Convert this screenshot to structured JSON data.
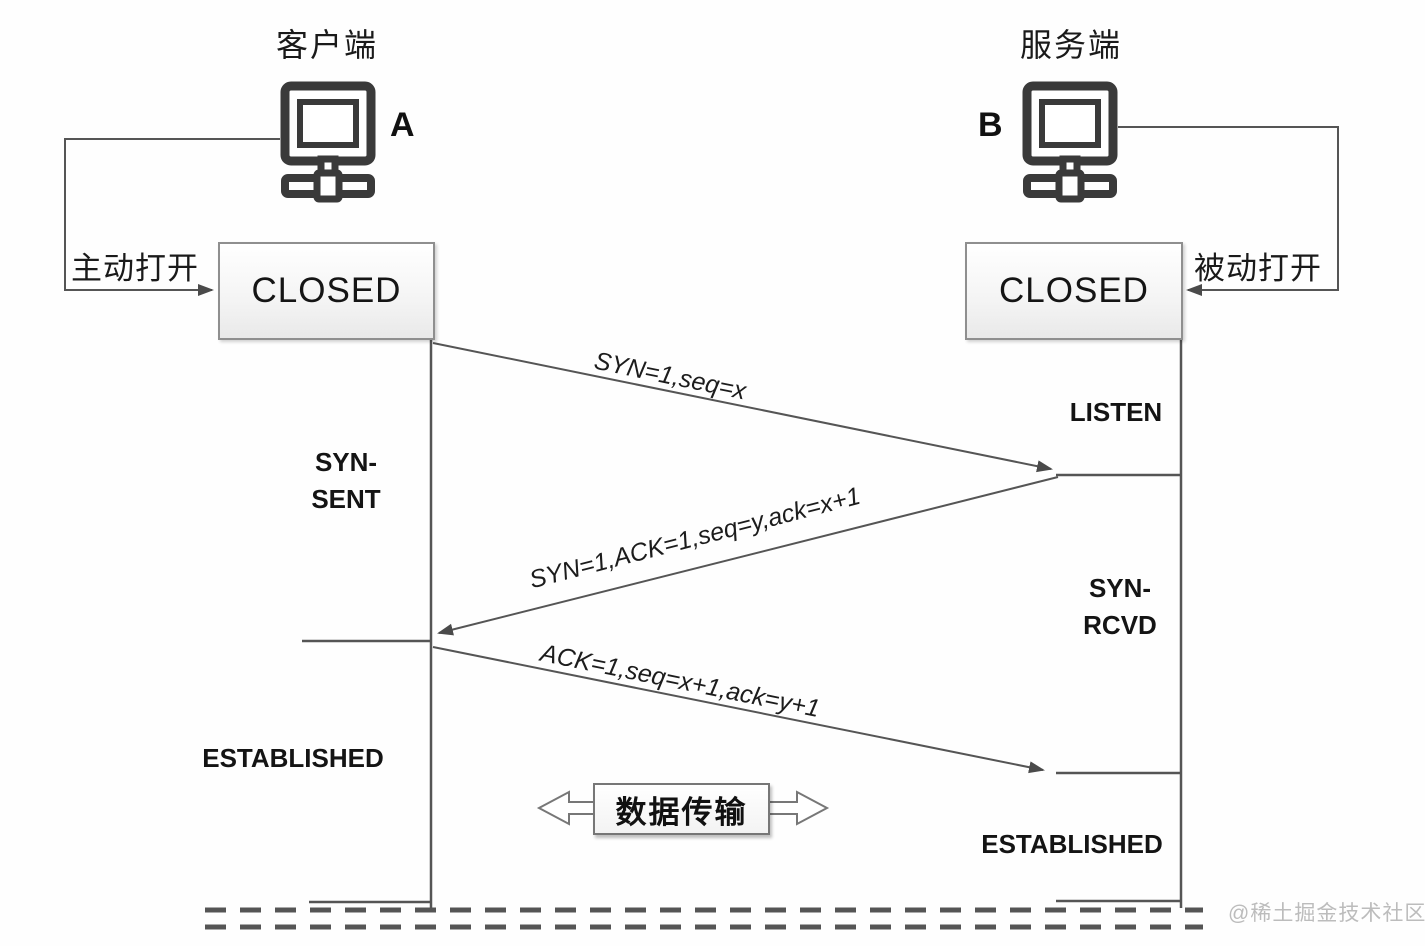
{
  "diagram": {
    "title_semantic": "TCP three-way handshake sequence diagram",
    "client": {
      "title": "客户端",
      "node_label": "A",
      "open_label": "主动打开",
      "icon": "computer-icon",
      "states": {
        "closed": "CLOSED",
        "syn_sent": "SYN-\nSENT",
        "established": "ESTABLISHED"
      }
    },
    "server": {
      "title": "服务端",
      "node_label": "B",
      "open_label": "被动打开",
      "icon": "computer-icon",
      "states": {
        "closed": "CLOSED",
        "listen": "LISTEN",
        "syn_rcvd": "SYN-\nRCVD",
        "established": "ESTABLISHED"
      }
    },
    "messages": {
      "msg1_syn": "SYN=1,seq=x",
      "msg2_syn_ack": "SYN=1,ACK=1,seq=y,ack=x+1",
      "msg3_ack": "ACK=1,seq=x+1,ack=y+1"
    },
    "data_transfer_label": "数据传输",
    "watermark": "@稀土掘金技术社区",
    "colors": {
      "line": "#555555",
      "arrowhead": "#4a4a4a",
      "icon_stroke": "#3a3a3a",
      "box_border": "#8f8f8f",
      "text": "#1a1a1a",
      "watermark": "#bcbcbc",
      "background": "#fefefe"
    }
  }
}
